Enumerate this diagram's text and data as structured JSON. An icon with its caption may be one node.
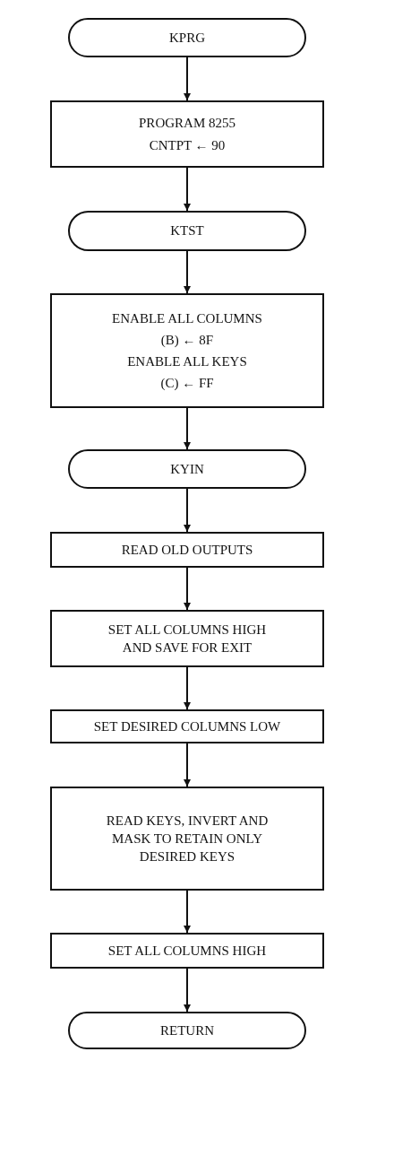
{
  "diagram": {
    "nodes": [
      {
        "text": [
          "KPRG"
        ]
      },
      {
        "text": [
          "PROGRAM 8255",
          "CNTPT ← 90"
        ]
      },
      {
        "text": [
          "KTST"
        ]
      },
      {
        "text": [
          "ENABLE ALL COLUMNS",
          "(B) ← 8F",
          "ENABLE ALL KEYS",
          "(C) ← FF"
        ]
      },
      {
        "text": [
          "KYIN"
        ]
      },
      {
        "text": [
          "READ OLD OUTPUTS"
        ]
      },
      {
        "text": [
          "SET ALL COLUMNS HIGH AND SAVE FOR EXIT"
        ]
      },
      {
        "text": [
          "SET DESIRED COLUMNS LOW"
        ]
      },
      {
        "text": [
          "READ KEYS, INVERT AND MASK TO RETAIN ONLY DESIRED KEYS"
        ]
      },
      {
        "text": [
          "SET ALL COLUMNS HIGH"
        ]
      },
      {
        "text": [
          "RETURN"
        ]
      }
    ],
    "edges": [
      {
        "from": 0,
        "to": 1,
        "arrow": "to"
      },
      {
        "from": 1,
        "to": 2,
        "arrow": "to"
      },
      {
        "from": 2,
        "to": 3,
        "arrow": "to"
      },
      {
        "from": 3,
        "to": 4,
        "arrow": "to"
      },
      {
        "from": 4,
        "to": 5,
        "arrow": "to"
      },
      {
        "from": 5,
        "to": 6,
        "arrow": "to"
      },
      {
        "from": 6,
        "to": 7,
        "arrow": "to"
      },
      {
        "from": 7,
        "to": 8,
        "arrow": "to"
      },
      {
        "from": 8,
        "to": 9,
        "arrow": "to"
      },
      {
        "from": 9,
        "to": 10,
        "arrow": "to"
      }
    ]
  }
}
